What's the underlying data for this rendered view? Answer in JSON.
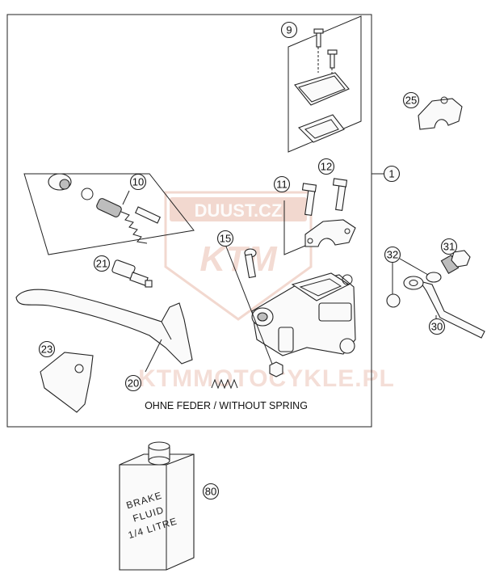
{
  "callouts": {
    "c1": "1",
    "c9": "9",
    "c10": "10",
    "c11": "11",
    "c12": "12",
    "c15": "15",
    "c20": "20",
    "c21": "21",
    "c23": "23",
    "c25": "25",
    "c30": "30",
    "c31": "31",
    "c32": "32",
    "c80": "80"
  },
  "caption": "OHNE FEDER / WITHOUT SPRING",
  "bottle_label": {
    "line1": "BRAKE",
    "line2": "FLUID",
    "line3": "1/4 LITRE"
  },
  "watermark": {
    "top": "DUUST.CZ",
    "logo": "KTM",
    "bottom": "KTMMOTOCYKLE.PL"
  }
}
